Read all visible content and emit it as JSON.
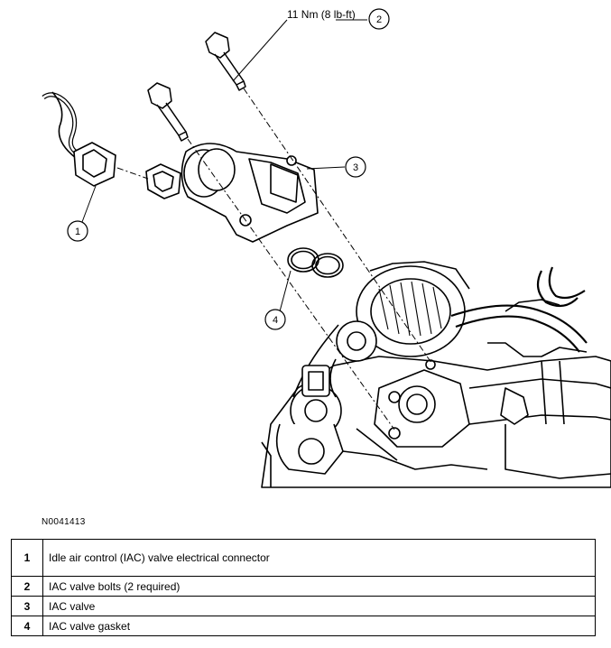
{
  "diagram": {
    "torque_spec": "11 Nm (8 lb-ft)",
    "callouts": [
      "1",
      "2",
      "3",
      "4"
    ],
    "figure_id": "N0041413"
  },
  "legend": [
    {
      "number": "1",
      "description": "Idle air control (IAC) valve electrical connector"
    },
    {
      "number": "2",
      "description": "IAC valve bolts (2 required)"
    },
    {
      "number": "3",
      "description": "IAC valve"
    },
    {
      "number": "4",
      "description": "IAC valve gasket"
    }
  ]
}
